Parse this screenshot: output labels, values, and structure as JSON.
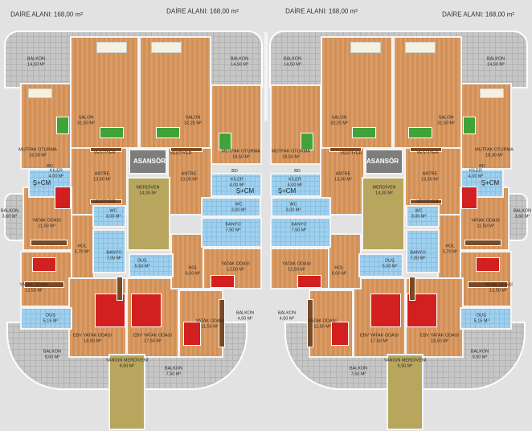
{
  "titles": [
    "DAİRE ALANI: 168,00 m²",
    "DAİRE ALANI: 168,00 m²",
    "DAİRE ALANI: 168,00 m²",
    "DAİRE ALANI: 168,00 m²"
  ],
  "shared": {
    "elevators": [
      "ASANSÖR",
      "ASANSÖR"
    ],
    "stairs": [
      {
        "name": "MERDİVEN",
        "area": "14,00 m²"
      },
      {
        "name": "MERDİVEN",
        "area": "14,00 m²"
      }
    ],
    "fire_stairs": [
      {
        "name": "YANGIN MERDİVENİ",
        "area": "6,50 m²"
      },
      {
        "name": "YANGIN MERDİVENİ",
        "area": "6,50 m²"
      }
    ]
  },
  "apartments": [
    {
      "rooms": {
        "balkon1": {
          "name": "BALKON",
          "area": "14,50 m²"
        },
        "salon": {
          "name": "SALON",
          "area": "31,50 m²"
        },
        "mutfak": {
          "name": "MUTFAK OTURMA",
          "area": "18,30 m²"
        },
        "bd": {
          "name": "BD",
          "area": ""
        },
        "kiler": {
          "name": "KİLER",
          "area": "4,00 m²"
        },
        "scm": {
          "name": "Ş+CM",
          "area": ""
        },
        "antre": {
          "name": "ANTRE",
          "area": "13,50 m²"
        },
        "vestiyer1": {
          "name": "VESTİYER",
          "area": ""
        },
        "vestiyer2": {
          "name": "VESTİYER",
          "area": ""
        },
        "balkon2": {
          "name": "BALKON",
          "area": "3,60 m²"
        },
        "yatak1": {
          "name": "YATAK ODASI",
          "area": "11,50 m²"
        },
        "hol": {
          "name": "HOL",
          "area": "5,70 m²"
        },
        "wc": {
          "name": "WC",
          "area": "3,00 m²"
        },
        "banyo": {
          "name": "BANYO",
          "area": "7,00 m²"
        },
        "yatak2": {
          "name": "YATAK ODASI",
          "area": "12,50 m²"
        },
        "dus": {
          "name": "DUŞ",
          "area": "5,15 m²"
        },
        "ebv": {
          "name": "EBV YATAK ODASI",
          "area": "18,50 m²"
        },
        "balkon3": {
          "name": "BALKON",
          "area": "9,00 m²"
        }
      }
    },
    {
      "rooms": {
        "balkon1": {
          "name": "BALKON",
          "area": "14,50 m²"
        },
        "salon": {
          "name": "SALON",
          "area": "32,25 m²"
        },
        "mutfak": {
          "name": "MUTFAK OTURMA",
          "area": "18,50 m²"
        },
        "bd": {
          "name": "BD",
          "area": ""
        },
        "vestiyer1": {
          "name": "VESTİYER",
          "area": ""
        },
        "antre": {
          "name": "ANTRE",
          "area": "13,00 m²"
        },
        "kiler": {
          "name": "KİLER",
          "area": "4,00 m²"
        },
        "scm": {
          "name": "Ş+CM",
          "area": ""
        },
        "wc": {
          "name": "WC",
          "area": "3,00 m²"
        },
        "banyo": {
          "name": "BANYO",
          "area": "7,50 m²"
        },
        "hol": {
          "name": "HOL",
          "area": "6,00 m²"
        },
        "yatak1": {
          "name": "YATAK ODASI",
          "area": "12,50 m²"
        },
        "balkon2": {
          "name": "BALKON",
          "area": "4,50 m²"
        },
        "yatak2": {
          "name": "YATAK ODASI",
          "area": "11,50 m²"
        },
        "ebv": {
          "name": "EBV YATAK ODASI",
          "area": "17,50 m²"
        },
        "balkon3": {
          "name": "BALKON",
          "area": "7,50 m²"
        },
        "dus": {
          "name": "DUŞ",
          "area": "5,50 m²"
        }
      }
    },
    {
      "rooms": {
        "balkon1": {
          "name": "BALKON",
          "area": "14,50 m²"
        },
        "salon": {
          "name": "SALON",
          "area": "32,25 m²"
        },
        "mutfak": {
          "name": "MUTFAK OTURMA",
          "area": "18,50 m²"
        },
        "bd": {
          "name": "BD",
          "area": ""
        },
        "vestiyer1": {
          "name": "VESTİYER",
          "area": ""
        },
        "antre": {
          "name": "ANTRE",
          "area": "13,00 m²"
        },
        "kiler": {
          "name": "KİLER",
          "area": "4,00 m²"
        },
        "scm": {
          "name": "Ş+CM",
          "area": ""
        },
        "wc": {
          "name": "WC",
          "area": "3,00 m²"
        },
        "banyo": {
          "name": "BANYO",
          "area": "7,50 m²"
        },
        "hol": {
          "name": "HOL",
          "area": "6,00 m²"
        },
        "yatak1": {
          "name": "YATAK ODASI",
          "area": "12,50 m²"
        },
        "balkon2": {
          "name": "BALKON",
          "area": "4,50 m²"
        },
        "yatak2": {
          "name": "YATAK ODASI",
          "area": "11,50 m²"
        },
        "ebv": {
          "name": "EBV YATAK ODASI",
          "area": "17,50 m²"
        },
        "balkon3": {
          "name": "BALKON",
          "area": "7,50 m²"
        },
        "dus": {
          "name": "DUŞ",
          "area": "5,50 m²"
        }
      }
    },
    {
      "rooms": {
        "balkon1": {
          "name": "BALKON",
          "area": "14,50 m²"
        },
        "salon": {
          "name": "SALON",
          "area": "31,50 m²"
        },
        "mutfak": {
          "name": "MUTFAK OTURMA",
          "area": "18,30 m²"
        },
        "bd": {
          "name": "BD",
          "area": ""
        },
        "kiler": {
          "name": "KİLER",
          "area": "4,00 m²"
        },
        "scm": {
          "name": "Ş+CM",
          "area": ""
        },
        "antre": {
          "name": "ANTRE",
          "area": "13,50 m²"
        },
        "vestiyer1": {
          "name": "VESTİYER",
          "area": ""
        },
        "vestiyer2": {
          "name": "VESTİYER",
          "area": ""
        },
        "balkon2": {
          "name": "BALKON",
          "area": "3,60 m²"
        },
        "yatak1": {
          "name": "YATAK ODASI",
          "area": "11,50 m²"
        },
        "hol": {
          "name": "HOL",
          "area": "5,70 m²"
        },
        "wc": {
          "name": "WC",
          "area": "3,00 m²"
        },
        "banyo": {
          "name": "BANYO",
          "area": "7,00 m²"
        },
        "yatak2": {
          "name": "YATAK ODASI",
          "area": "12,50 m²"
        },
        "dus": {
          "name": "DUŞ",
          "area": "5,15 m²"
        },
        "ebv": {
          "name": "EBV YATAK ODASI",
          "area": "18,50 m²"
        },
        "balkon3": {
          "name": "BALKON",
          "area": "9,00 m²"
        }
      }
    }
  ]
}
